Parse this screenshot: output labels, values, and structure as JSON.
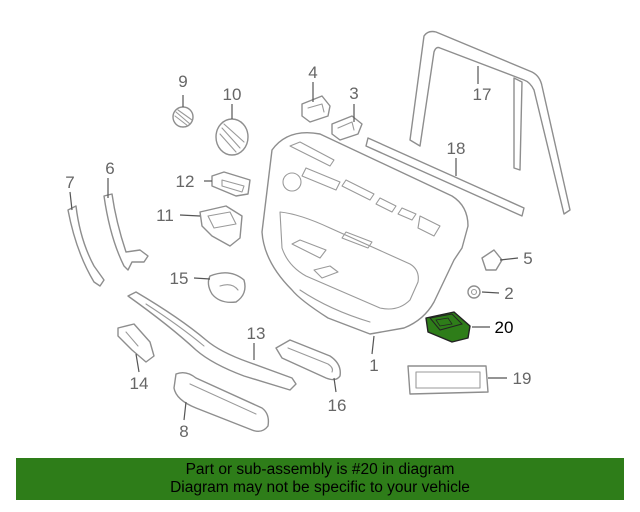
{
  "diagram": {
    "highlighted_part": "20",
    "highlight_color": "#2e7d19",
    "callouts": [
      {
        "id": "p1",
        "label": "1"
      },
      {
        "id": "p2",
        "label": "2"
      },
      {
        "id": "p3",
        "label": "3"
      },
      {
        "id": "p4",
        "label": "4"
      },
      {
        "id": "p5",
        "label": "5"
      },
      {
        "id": "p6",
        "label": "6"
      },
      {
        "id": "p7",
        "label": "7"
      },
      {
        "id": "p8",
        "label": "8"
      },
      {
        "id": "p9",
        "label": "9"
      },
      {
        "id": "p10",
        "label": "10"
      },
      {
        "id": "p11",
        "label": "11"
      },
      {
        "id": "p12",
        "label": "12"
      },
      {
        "id": "p13",
        "label": "13"
      },
      {
        "id": "p14",
        "label": "14"
      },
      {
        "id": "p15",
        "label": "15"
      },
      {
        "id": "p16",
        "label": "16"
      },
      {
        "id": "p17",
        "label": "17"
      },
      {
        "id": "p18",
        "label": "18"
      },
      {
        "id": "p19",
        "label": "19"
      },
      {
        "id": "p20",
        "label": "20"
      }
    ]
  },
  "notice": {
    "line1": "Part or sub-assembly is #20 in diagram",
    "line2": "Diagram may not be specific to your vehicle",
    "background_color": "#2e7d19"
  }
}
